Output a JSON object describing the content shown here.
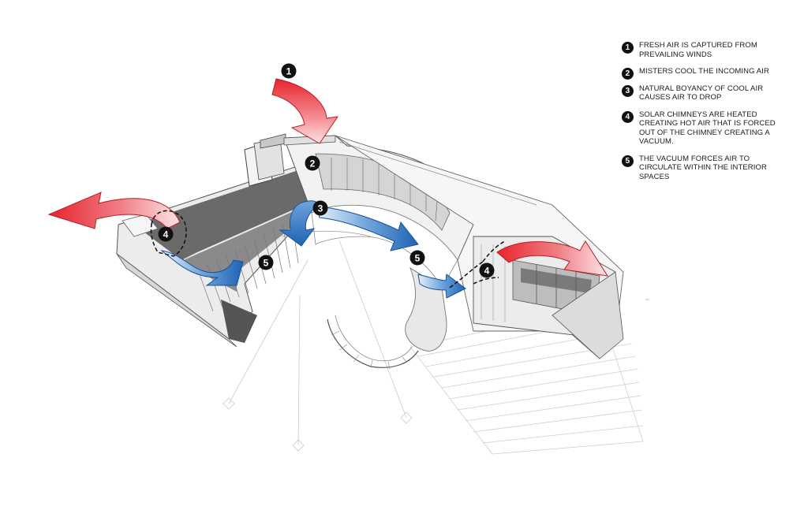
{
  "legend": [
    {
      "num": "1",
      "text": "FRESH AIR IS CAPTURED FROM PREVAILING WINDS"
    },
    {
      "num": "2",
      "text": "MISTERS COOL THE INCOMING AIR"
    },
    {
      "num": "3",
      "text": "NATURAL BOYANCY OF COOL AIR CAUSES AIR TO DROP"
    },
    {
      "num": "4",
      "text": "SOLAR CHIMNEYS ARE HEATED CREATING HOT AIR THAT IS FORCED OUT OF THE CHIMNEY CREATING A VACUUM."
    },
    {
      "num": "5",
      "text": "THE VACUUM FORCES AIR TO CIRCULATE WITHIN THE INTERIOR SPACES"
    }
  ],
  "markers": [
    "1",
    "2",
    "3",
    "4",
    "5",
    "5",
    "4"
  ],
  "colors": {
    "hot_air": "#e8232c",
    "cool_air": "#1f63b4",
    "marker": "#111111"
  }
}
